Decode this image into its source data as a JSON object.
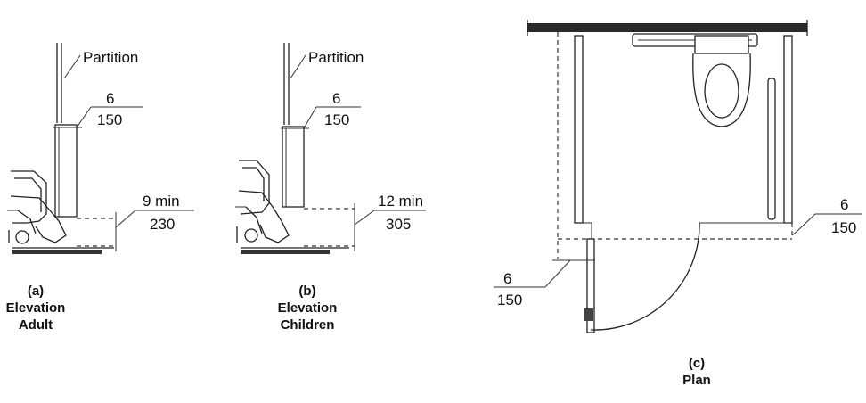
{
  "figure_a": {
    "partition_label": "Partition",
    "toe_inches": "6",
    "toe_mm": "150",
    "clear_inches": "9 min",
    "clear_mm": "230",
    "caption_letter": "(a)",
    "caption_line1": "Elevation",
    "caption_line2": "Adult"
  },
  "figure_b": {
    "partition_label": "Partition",
    "toe_inches": "6",
    "toe_mm": "150",
    "clear_inches": "12 min",
    "clear_mm": "305",
    "caption_letter": "(b)",
    "caption_line1": "Elevation",
    "caption_line2": "Children"
  },
  "figure_c": {
    "left_inches": "6",
    "left_mm": "150",
    "right_inches": "6",
    "right_mm": "150",
    "caption_letter": "(c)",
    "caption_line1": "Plan"
  }
}
